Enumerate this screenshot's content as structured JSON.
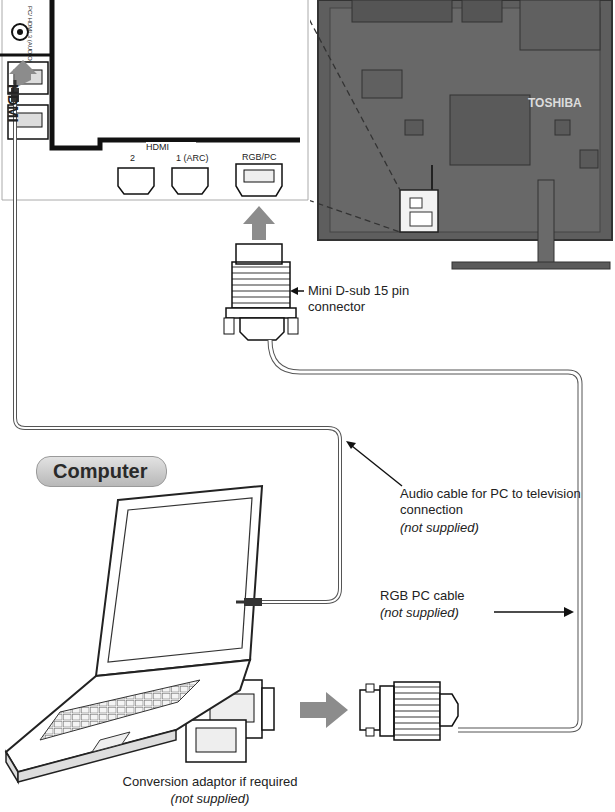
{
  "diagram": {
    "nodes": [
      {
        "text": [
          "Computer"
        ]
      }
    ],
    "labels": [
      "PC/ HDMI 3 (AUDIO)",
      "HDMI",
      "HDMI",
      "2",
      "1 (ARC)",
      "RGB/PC",
      "TOSHIBA",
      "Mini D-sub 15 pin connector",
      "Audio cable for PC to television connection",
      "(not supplied)",
      "RGB PC cable",
      "(not supplied)",
      "Conversion adaptor if required",
      "(not supplied)"
    ]
  }
}
